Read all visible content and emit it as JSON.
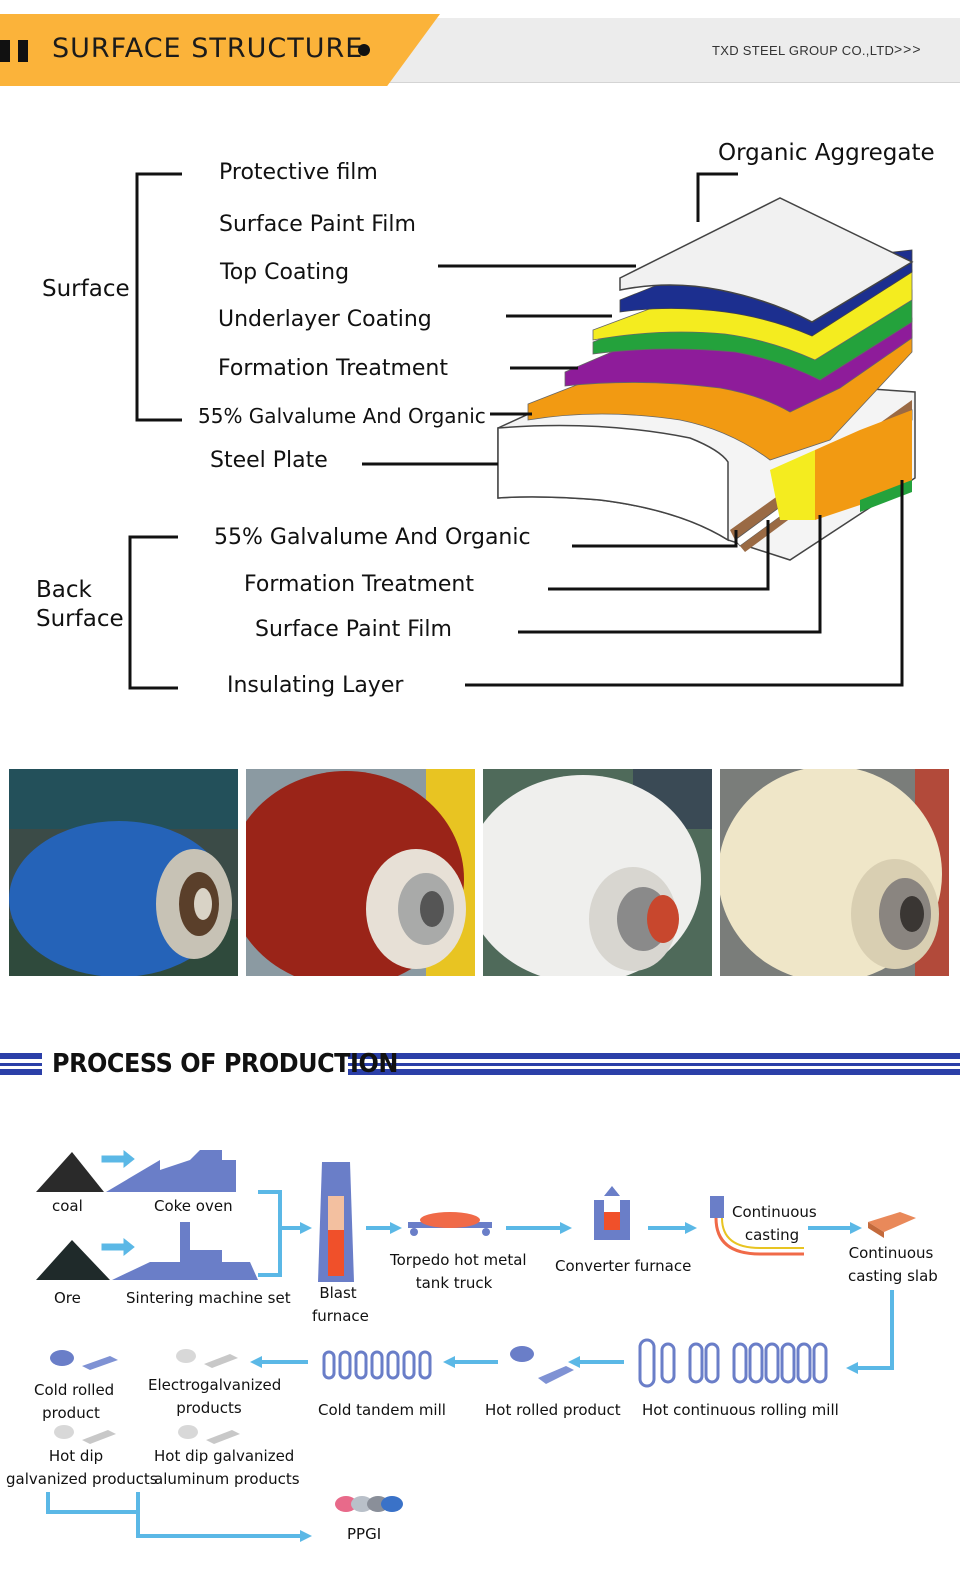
{
  "header": {
    "title": "SURFACE STRUCTURE",
    "company": "TXD STEEL GROUP CO.,LTD",
    "arrows": ">>>",
    "accent": "#fbb33a"
  },
  "structure": {
    "organic_aggregate": "Organic Aggregate",
    "groups": {
      "surface": "Surface",
      "back_line1": "Back",
      "back_line2": "Surface"
    },
    "surface_layers": [
      "Protective film",
      "Surface Paint Film",
      "Top Coating",
      "Underlayer Coating",
      "Formation Treatment",
      "55% Galvalume And Organic"
    ],
    "steel_plate": "Steel Plate",
    "back_layers": [
      "55% Galvalume And Organic",
      "Formation Treatment",
      "Surface Paint Film",
      "Insulating Layer"
    ],
    "layer_colors": {
      "top_white": "#f1f1f1",
      "blue": "#1c2f8f",
      "yellow": "#f4ec1f",
      "green": "#24a23c",
      "purple": "#8e1c9a",
      "orange": "#f29a12",
      "brown": "#9a6a44",
      "plate": "#f4f4f4"
    }
  },
  "photos": [
    {
      "name": "blue-coil-photo",
      "color": "#2563b8"
    },
    {
      "name": "red-coil-photo",
      "color": "#9a2418"
    },
    {
      "name": "white-coil-photo",
      "color": "#efefed"
    },
    {
      "name": "cream-coil-photo",
      "color": "#efe6c8"
    }
  ],
  "production": {
    "title": "PROCESS OF PRODUCTION",
    "accent": "#2b3fa8",
    "flow_color": "#5bb8e6",
    "icon_color": "#6a7ec8",
    "steps": {
      "coal": "coal",
      "coke_oven": "Coke oven",
      "ore": "Ore",
      "sintering": "Sintering machine set",
      "blast_furnace": [
        "Blast",
        "furnace"
      ],
      "torpedo": [
        "Torpedo hot metal",
        "tank truck"
      ],
      "converter": "Converter furnace",
      "continuous_casting": [
        "Continuous",
        "casting"
      ],
      "casting_slab": [
        "Continuous",
        "casting slab"
      ],
      "hot_rolling_mill": "Hot continuous rolling mill",
      "hot_rolled": "Hot rolled product",
      "cold_tandem": "Cold tandem mill",
      "electro": [
        "Electrogalvanized",
        "products"
      ],
      "cold_rolled": [
        "Cold rolled",
        "product"
      ],
      "hot_dip": [
        "Hot dip",
        "galvanized products"
      ],
      "hot_dip_al": [
        "Hot dip galvanized",
        "aluminum products"
      ],
      "ppgi": "PPGI"
    }
  }
}
